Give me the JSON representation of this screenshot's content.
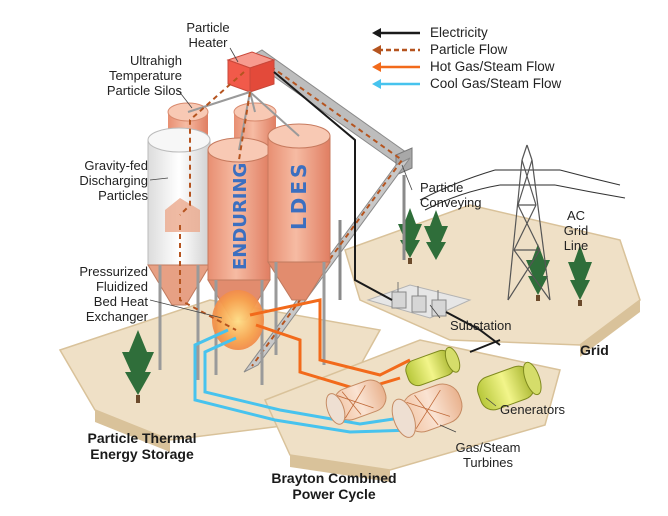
{
  "legend": {
    "items": [
      {
        "label": "Electricity",
        "color": "#1a1a1a",
        "style": "solid"
      },
      {
        "label": "Particle Flow",
        "color": "#b5541f",
        "style": "dashed"
      },
      {
        "label": "Hot Gas/Steam Flow",
        "color": "#f26a1b",
        "style": "solid"
      },
      {
        "label": "Cool Gas/Steam Flow",
        "color": "#47c3ee",
        "style": "solid"
      }
    ]
  },
  "labels": {
    "particle_heater": [
      "Particle",
      "Heater"
    ],
    "silos": [
      "Ultrahigh",
      "Temperature",
      "Particle Silos"
    ],
    "gravity": [
      "Gravity-fed",
      "Discharging",
      "Particles"
    ],
    "exchanger": [
      "Pressurized",
      "Fluidized",
      "Bed Heat",
      "Exchanger"
    ],
    "conveying": [
      "Particle",
      "Conveying"
    ],
    "ac_grid": [
      "AC",
      "Grid",
      "Line"
    ],
    "substation": "Substation",
    "grid": "Grid",
    "generators": "Generators",
    "turbines": [
      "Gas/Steam",
      "Turbines"
    ],
    "ptes": [
      "Particle Thermal",
      "Energy Storage"
    ],
    "brayton": [
      "Brayton Combined",
      "Power Cycle"
    ]
  },
  "silo_text": {
    "left": "ENDURING",
    "right": "LDES"
  },
  "colors": {
    "ground": "#efe0c6",
    "ground_edge": "#d9c29a",
    "silo": "#f0a486",
    "silo_light": "#fbd9c8",
    "silo_white": "#f3f3f3",
    "heater": "#f15a4a",
    "hot": "#f26a1b",
    "cool": "#47c3ee",
    "particle": "#b5541f",
    "tree": "#2f6e3a"
  }
}
